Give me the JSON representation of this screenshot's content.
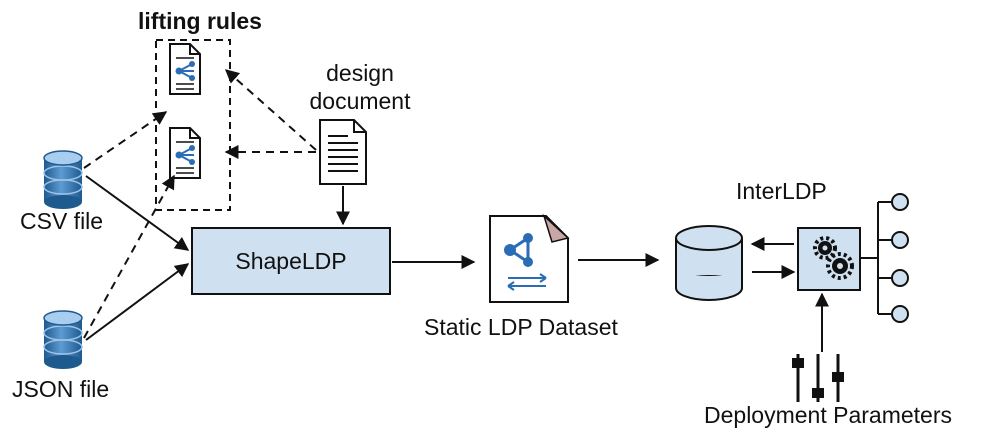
{
  "labels": {
    "lifting_rules": "lifting rules",
    "design_document_line1": "design",
    "design_document_line2": "document",
    "csv_file": "CSV file",
    "json_file": "JSON file",
    "shapeldp": "ShapeLDP",
    "static_ldp_dataset": "Static LDP Dataset",
    "interldp": "InterLDP",
    "deployment_parameters": "Deployment Parameters"
  },
  "colors": {
    "box_fill": "#cfe0f1",
    "db_blue": "#2e6da4",
    "db_light": "#cfe0f1",
    "node_blue": "#2a6db5",
    "outline": "#111111"
  },
  "icons": {
    "database": "database-icon",
    "document": "document-icon",
    "rule_document": "rule-document-icon",
    "dataset": "dataset-icon",
    "gears": "gears-icon",
    "sliders": "sliders-icon"
  }
}
